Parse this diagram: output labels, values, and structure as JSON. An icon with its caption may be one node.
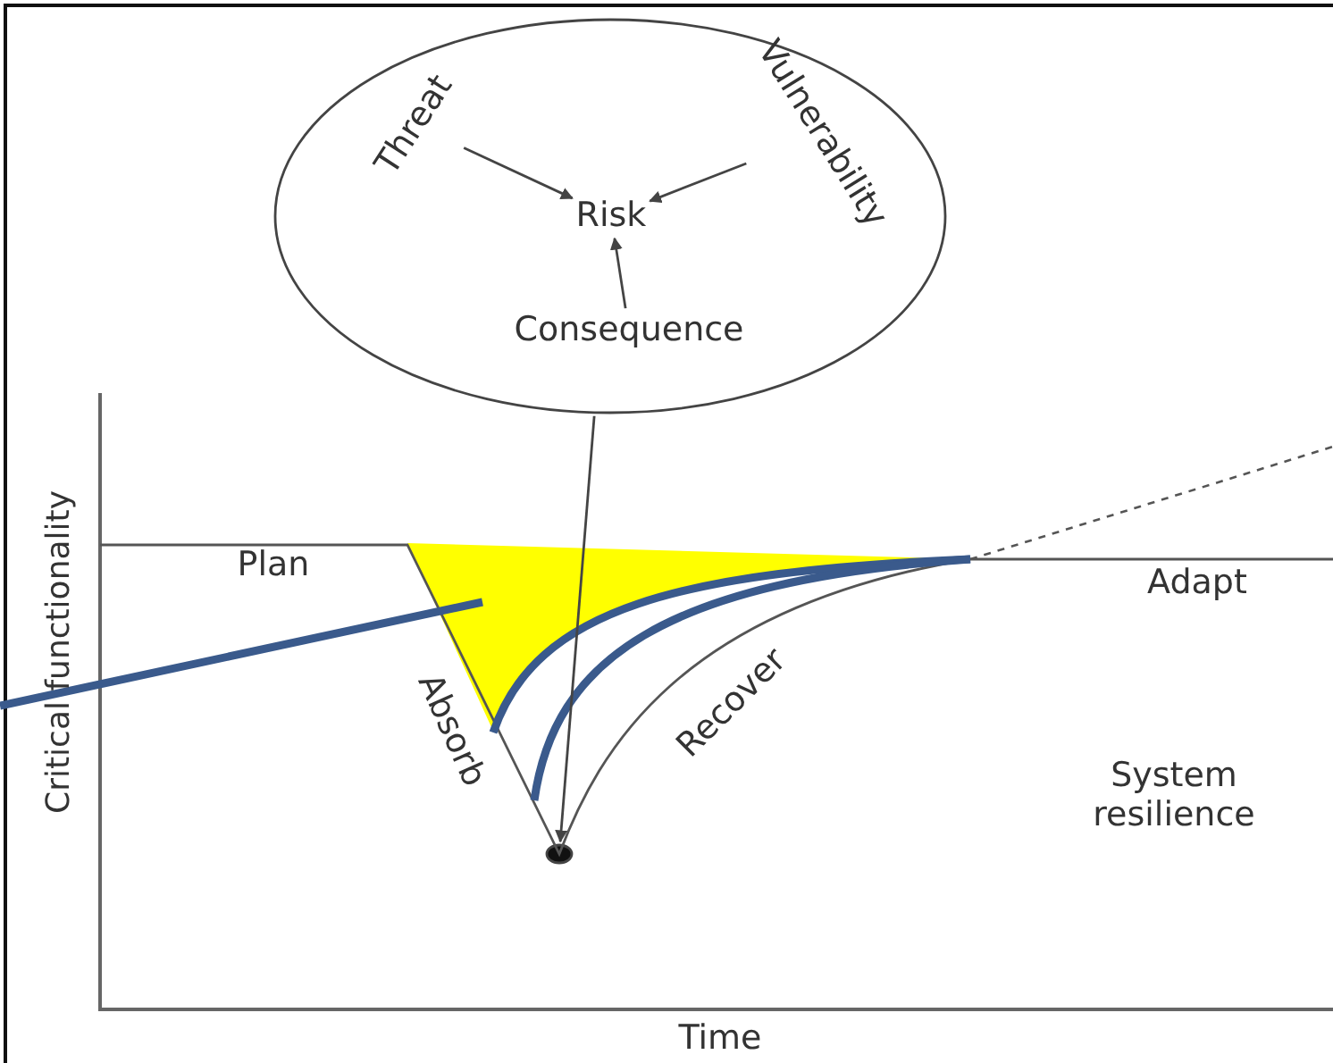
{
  "diagram": {
    "nodes": [
      {
        "text": [],
        "shape": "circle"
      },
      {
        "text": [
          "Threat"
        ],
        "in": 0
      },
      {
        "text": [
          "Vulnerability"
        ],
        "in": 0
      },
      {
        "text": [
          "Risk"
        ],
        "in": 0
      },
      {
        "text": [
          "Consequence"
        ],
        "in": 0
      },
      {
        "text": [],
        "shape": "circle"
      }
    ],
    "edges": [
      {
        "from": 1,
        "to": 3,
        "arrow": "to"
      },
      {
        "from": 2,
        "to": 3,
        "arrow": "to"
      },
      {
        "from": 4,
        "to": 3,
        "arrow": "to"
      },
      {
        "from": 0,
        "to": 5,
        "arrow": "to"
      }
    ],
    "labels": [
      "Plan",
      "Absorb",
      "Recover",
      "Adapt",
      "System resilience",
      "Critical functionality",
      "Time"
    ]
  }
}
